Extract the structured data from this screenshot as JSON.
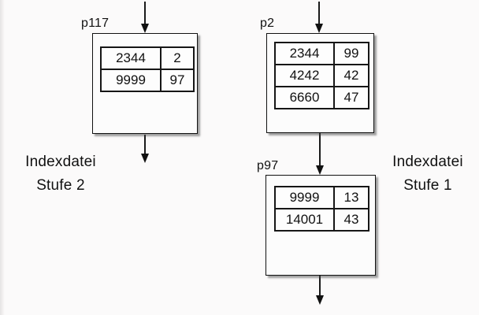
{
  "colors": {
    "background": "#fbfafa",
    "ink": "#111111",
    "shadow": "rgba(70,70,70,0.5)"
  },
  "nodes": [
    {
      "id": "p117",
      "label": "p117",
      "rows": [
        [
          "2344",
          "2"
        ],
        [
          "9999",
          "97"
        ]
      ]
    },
    {
      "id": "p2",
      "label": "p2",
      "rows": [
        [
          "2344",
          "99"
        ],
        [
          "4242",
          "42"
        ],
        [
          "6660",
          "47"
        ]
      ]
    },
    {
      "id": "p97",
      "label": "p97",
      "rows": [
        [
          "9999",
          "13"
        ],
        [
          "14001",
          "43"
        ]
      ]
    }
  ],
  "captions": [
    {
      "lines": [
        "Indexdatei",
        "Stufe 2"
      ]
    },
    {
      "lines": [
        "Indexdatei",
        "Stufe 1"
      ]
    }
  ]
}
